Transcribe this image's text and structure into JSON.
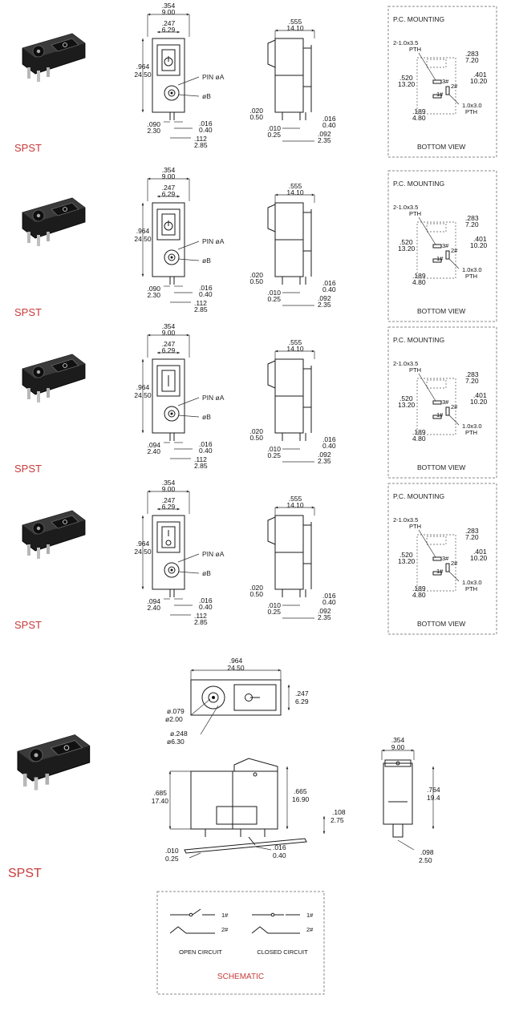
{
  "rows": [
    {
      "label": "SPST",
      "front": {
        "w_in": ".354",
        "w_mm": "9.00",
        "iw_in": ".247",
        "iw_mm": "6.29",
        "h_in": ".964",
        "h_mm": "24.50",
        "pin": "PIN øA",
        "b": "øB",
        "pw_in": ".090",
        "pw_mm": "2.30",
        "t_in": ".016",
        "t_mm": "0.40",
        "l_in": ".112",
        "l_mm": "2.85"
      },
      "side": {
        "w_in": ".555",
        "w_mm": "14.10",
        "a_in": ".020",
        "a_mm": "0.50",
        "b_in": ".010",
        "b_mm": "0.25",
        "c_in": ".016",
        "c_mm": "0.40",
        "d_in": ".092",
        "d_mm": "2.35"
      },
      "pcb": {
        "title": "P.C. MOUNTING",
        "hole_a": "2-1.0x3.5",
        "hole_a2": "PTH",
        "d1_in": ".283",
        "d1_mm": "7.20",
        "d2_in": ".401",
        "d2_mm": "10.20",
        "d3_in": ".520",
        "d3_mm": "13.20",
        "d4_in": ".189",
        "d4_mm": "4.80",
        "hole_b": "1.0x3.0",
        "hole_b2": "PTH",
        "p3": "3#",
        "p2": "2#",
        "p1": "1#",
        "view": "BOTTOM VIEW"
      }
    },
    {
      "label": "SPST",
      "front": {
        "w_in": ".354",
        "w_mm": "9.00",
        "iw_in": ".247",
        "iw_mm": "6.29",
        "h_in": ".964",
        "h_mm": "24.50",
        "pin": "PIN øA",
        "b": "øB",
        "pw_in": ".090",
        "pw_mm": "2.30",
        "t_in": ".016",
        "t_mm": "0.40",
        "l_in": ".112",
        "l_mm": "2.85"
      },
      "side": {
        "w_in": ".555",
        "w_mm": "14.10",
        "a_in": ".020",
        "a_mm": "0.50",
        "b_in": ".010",
        "b_mm": "0.25",
        "c_in": ".016",
        "c_mm": "0.40",
        "d_in": ".092",
        "d_mm": "2.35"
      },
      "pcb": {
        "title": "P.C. MOUNTING",
        "hole_a": "2-1.0x3.5",
        "hole_a2": "PTH",
        "d1_in": ".283",
        "d1_mm": "7.20",
        "d2_in": ".401",
        "d2_mm": "10.20",
        "d3_in": ".520",
        "d3_mm": "13.20",
        "d4_in": ".189",
        "d4_mm": "4.80",
        "hole_b": "1.0x3.0",
        "hole_b2": "PTH",
        "p3": "3#",
        "p2": "2#",
        "p1": "1#",
        "view": "BOTTOM VIEW"
      }
    },
    {
      "label": "SPST",
      "front": {
        "w_in": ".354",
        "w_mm": "9.00",
        "iw_in": ".247",
        "iw_mm": "6.29",
        "h_in": ".964",
        "h_mm": "24.50",
        "pin": "PIN øA",
        "b": "øB",
        "pw_in": ".094",
        "pw_mm": "2.40",
        "t_in": ".016",
        "t_mm": "0.40",
        "l_in": ".112",
        "l_mm": "2.85"
      },
      "side": {
        "w_in": ".555",
        "w_mm": "14.10",
        "a_in": ".020",
        "a_mm": "0.50",
        "b_in": ".010",
        "b_mm": "0.25",
        "c_in": ".016",
        "c_mm": "0.40",
        "d_in": ".092",
        "d_mm": "2.35"
      },
      "pcb": {
        "title": "P.C. MOUNTING",
        "hole_a": "2-1.0x3.5",
        "hole_a2": "PTH",
        "d1_in": ".283",
        "d1_mm": "7.20",
        "d2_in": ".401",
        "d2_mm": "10.20",
        "d3_in": ".520",
        "d3_mm": "13.20",
        "d4_in": ".189",
        "d4_mm": "4.80",
        "hole_b": "1.0x3.0",
        "hole_b2": "PTH",
        "p3": "3#",
        "p2": "2#",
        "p1": "1#",
        "view": "BOTTOM VIEW"
      }
    },
    {
      "label": "SPST",
      "front": {
        "w_in": ".354",
        "w_mm": "9.00",
        "iw_in": ".247",
        "iw_mm": "6.29",
        "h_in": ".964",
        "h_mm": "24.50",
        "pin": "PIN øA",
        "b": "øB",
        "pw_in": ".094",
        "pw_mm": "2.40",
        "t_in": ".016",
        "t_mm": "0.40",
        "l_in": ".112",
        "l_mm": "2.85"
      },
      "side": {
        "w_in": ".555",
        "w_mm": "14.10",
        "a_in": ".020",
        "a_mm": "0.50",
        "b_in": ".010",
        "b_mm": "0.25",
        "c_in": ".016",
        "c_mm": "0.40",
        "d_in": ".092",
        "d_mm": "2.35"
      },
      "pcb": {
        "title": "P.C. MOUNTING",
        "hole_a": "2-1.0x3.5",
        "hole_a2": "PTH",
        "d1_in": ".283",
        "d1_mm": "7.20",
        "d2_in": ".401",
        "d2_mm": "10.20",
        "d3_in": ".520",
        "d3_mm": "13.20",
        "d4_in": ".189",
        "d4_mm": "4.80",
        "hole_b": "1.0x3.0",
        "hole_b2": "PTH",
        "p3": "3#",
        "p2": "2#",
        "p1": "1#",
        "view": "BOTTOM VIEW"
      }
    }
  ],
  "bottom": {
    "label": "SPST",
    "top": {
      "w_in": ".964",
      "w_mm": "24.50",
      "r_in": ".247",
      "r_mm": "6.29",
      "d1_in": "ø.079",
      "d1_mm": "ø2.00",
      "d2_in": "ø.248",
      "d2_mm": "ø6.30"
    },
    "side": {
      "h_in": ".685",
      "h_mm": "17.40",
      "h2_in": ".665",
      "h2_mm": "16.90",
      "p_in": ".108",
      "p_mm": "2.75",
      "a_in": ".010",
      "a_mm": "0.25",
      "b_in": ".016",
      "b_mm": "0.40"
    },
    "end": {
      "w_in": ".354",
      "w_mm": "9.00",
      "h_in": ".764",
      "h_mm": "19.4",
      "p_in": ".098",
      "p_mm": "2.50"
    },
    "schematic": {
      "title": "SCHEMATIC",
      "open": "OPEN CIRCUIT",
      "closed": "CLOSED CIRCUIT",
      "t1": "1#",
      "t2": "2#"
    }
  },
  "colors": {
    "accent": "#c83a3a",
    "ink": "#1a1a1a",
    "dash": "#888888"
  }
}
